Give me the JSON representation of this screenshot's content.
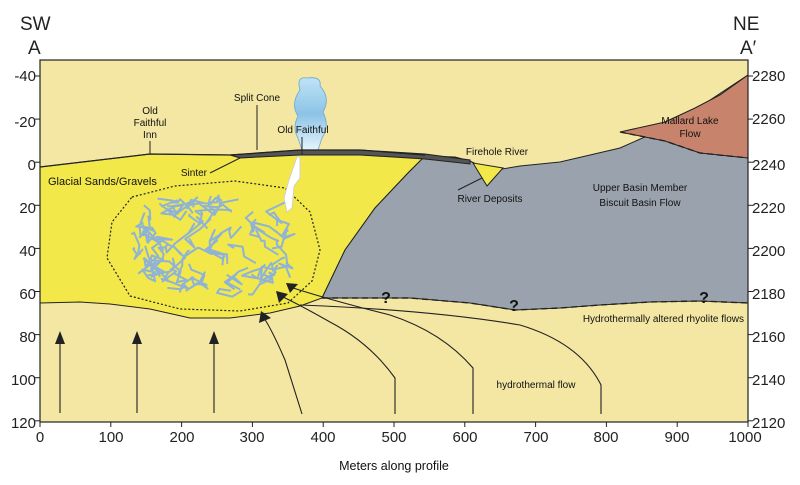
{
  "corners": {
    "left_dir": "SW",
    "left_name": "A",
    "right_dir": "NE",
    "right_name": "A′"
  },
  "x_axis": {
    "title": "Meters along profile",
    "ticks": [
      "0",
      "100",
      "200",
      "300",
      "400",
      "500",
      "600",
      "700",
      "800",
      "900",
      "1000"
    ]
  },
  "left_axis": {
    "ticks": [
      "-40",
      "-20",
      "0",
      "20",
      "40",
      "60",
      "80",
      "100",
      "120"
    ]
  },
  "right_axis": {
    "ticks": [
      "2280",
      "2260",
      "2240",
      "2220",
      "2200",
      "2180",
      "2160",
      "2140",
      "2120"
    ]
  },
  "labels": {
    "old_faithful_inn": "Old Faithful Inn",
    "split_cone": "Split Cone",
    "old_faithful": "Old Faithful",
    "firehole_river": "Firehole River",
    "mallard_lake": "Mallard Lake Flow",
    "glacial": "Glacial Sands/Gravels",
    "sinter": "Sinter",
    "river_deposits": "River Deposits",
    "upper_basin": "Upper Basin Member",
    "biscuit_basin": "Biscuit Basin Flow",
    "altered_rhyolite": "Hydrothermally altered rhyolite flows",
    "hydrothermal_flow": "hydrothermal flow",
    "unknown_mark": "?"
  },
  "colors": {
    "glacial_yellow": "#f2e84a",
    "rhyolite_tan": "#f3e7a3",
    "basin_gray": "#9aa3ad",
    "mallard_red": "#c7836b",
    "sinter_dark": "#555555",
    "geyser_blue": "#8cc3e6",
    "vein_blue": "#8fb3d6"
  }
}
